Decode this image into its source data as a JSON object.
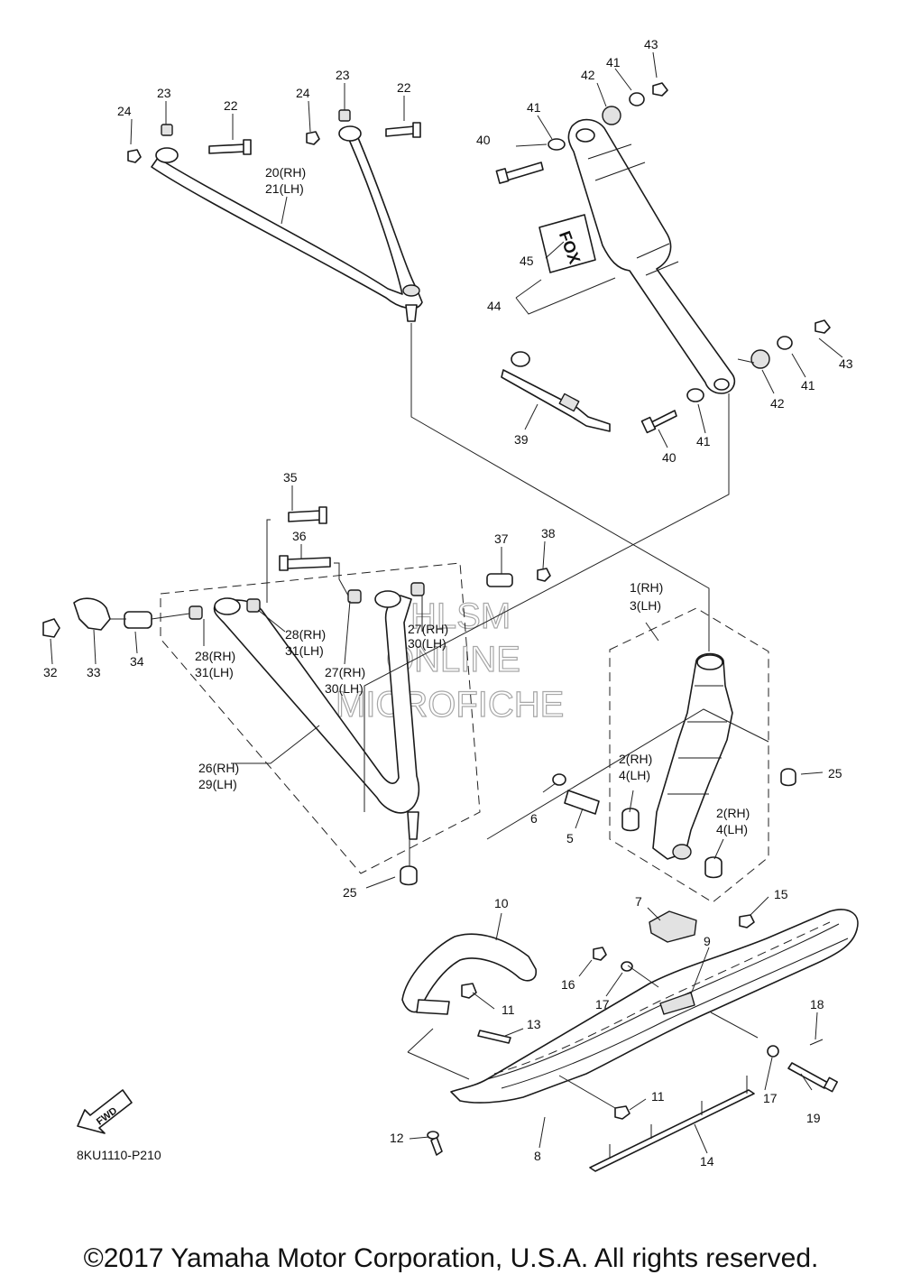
{
  "diagram_code": "8KU1110-P210",
  "copyright": "©2017 Yamaha Motor Corporation, U.S.A. All rights reserved.",
  "fwd_label": "FWD",
  "watermark": [
    "HLSM",
    "ONLINE",
    "MICROFICHE"
  ],
  "callouts": {
    "c1": "1(RH)",
    "c3": "3(LH)",
    "c2a": "2(RH)",
    "c4a": "4(LH)",
    "c2b": "2(RH)",
    "c4b": "4(LH)",
    "c5": "5",
    "c6": "6",
    "c7": "7",
    "c8": "8",
    "c9": "9",
    "c10": "10",
    "c11a": "11",
    "c11b": "11",
    "c12": "12",
    "c13": "13",
    "c14": "14",
    "c15": "15",
    "c16": "16",
    "c17a": "17",
    "c17b": "17",
    "c18": "18",
    "c19": "19",
    "c20": "20(RH)",
    "c21": "21(LH)",
    "c22a": "22",
    "c22b": "22",
    "c23a": "23",
    "c23b": "23",
    "c24a": "24",
    "c24b": "24",
    "c25a": "25",
    "c25b": "25",
    "c26": "26(RH)",
    "c29": "29(LH)",
    "c27a": "27(RH)",
    "c30a": "30(LH)",
    "c27b": "27(RH)",
    "c30b": "30(LH)",
    "c28a": "28(RH)",
    "c31a": "31(LH)",
    "c28b": "28(RH)",
    "c31b": "31(LH)",
    "c32": "32",
    "c33": "33",
    "c34": "34",
    "c35": "35",
    "c36": "36",
    "c37": "37",
    "c38": "38",
    "c39": "39",
    "c40a": "40",
    "c40b": "40",
    "c41a": "41",
    "c41b": "41",
    "c41c": "41",
    "c41d": "41",
    "c42a": "42",
    "c42b": "42",
    "c43a": "43",
    "c43b": "43",
    "c44": "44",
    "c45": "45"
  }
}
